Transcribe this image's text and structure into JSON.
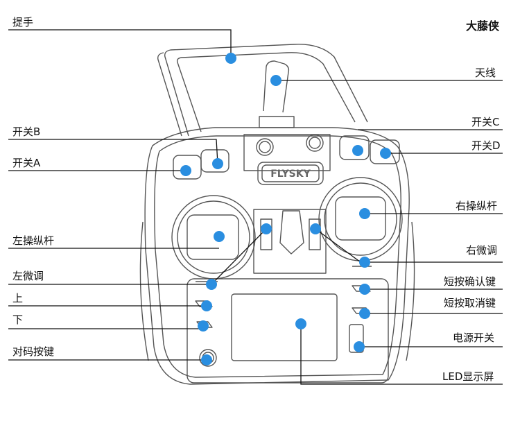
{
  "brand": "大藤侠",
  "logo_text": "FLYSKY",
  "labels": {
    "handle": "提手",
    "antenna": "天线",
    "switch_b": "开关B",
    "switch_c": "开关C",
    "switch_a": "开关A",
    "switch_d": "开关D",
    "right_stick": "右操纵杆",
    "left_stick": "左操纵杆",
    "right_trim": "右微调",
    "left_trim": "左微调",
    "confirm_key": "短按确认键",
    "up": "上",
    "cancel_key": "短按取消键",
    "down": "下",
    "power_switch": "电源开关",
    "bind_key": "对码按键",
    "led_screen": "LED显示屏"
  },
  "colors": {
    "marker": "#2a8ee0",
    "leader_line": "#111111",
    "drawing": "#555555"
  }
}
